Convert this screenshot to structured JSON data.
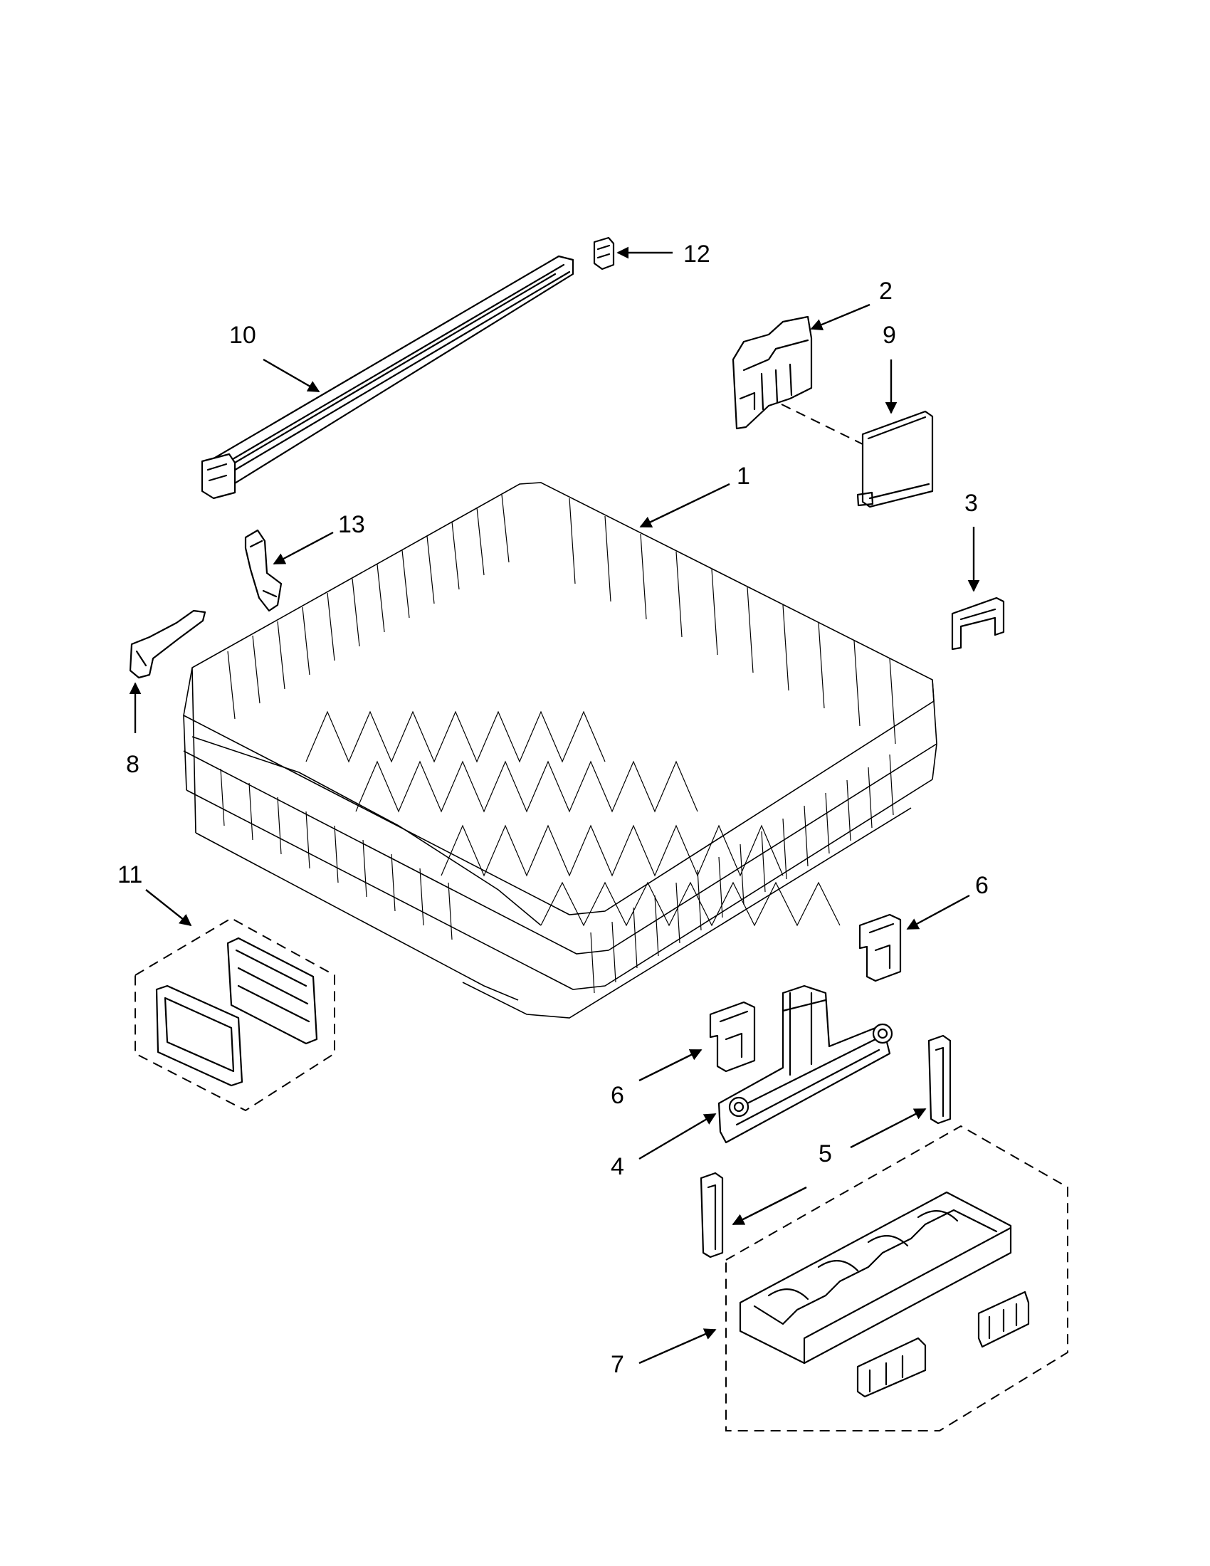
{
  "callouts": [
    {
      "id": "1",
      "label": "1"
    },
    {
      "id": "2",
      "label": "2"
    },
    {
      "id": "3",
      "label": "3"
    },
    {
      "id": "4",
      "label": "4"
    },
    {
      "id": "5",
      "label": "5"
    },
    {
      "id": "6",
      "label": "6"
    },
    {
      "id": "6b",
      "label": "6"
    },
    {
      "id": "7",
      "label": "7"
    },
    {
      "id": "8",
      "label": "8"
    },
    {
      "id": "9",
      "label": "9"
    },
    {
      "id": "10",
      "label": "10"
    },
    {
      "id": "11",
      "label": "11"
    },
    {
      "id": "12",
      "label": "12"
    },
    {
      "id": "13",
      "label": "13"
    }
  ]
}
